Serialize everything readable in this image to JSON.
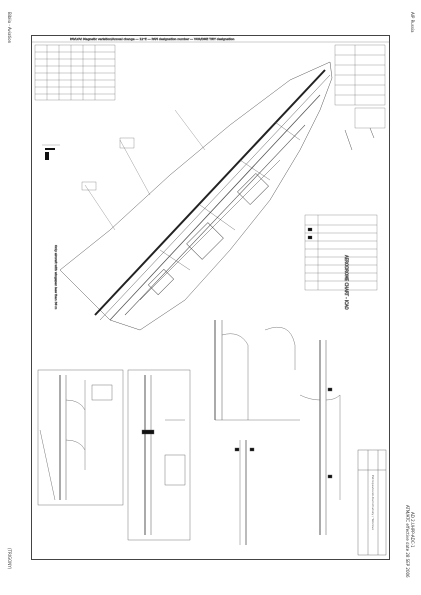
{
  "margin_left": {
    "top_label": "Biblio - Aviation",
    "bottom_label": "(TRIGONY)"
  },
  "margin_right": {
    "top_label": "AIP Russia",
    "bottom_label_1": "AD 2.UHPP-ADC-1",
    "bottom_label_2": "ATM/ATC effective date 28 SEP 2006"
  },
  "chart": {
    "header_text": "PAVLOV: Magnetic variation/Annual change — 12°E — PAPI designation number — VOR/DME TWY designation",
    "title": "AERODROME CHART - ICAO",
    "subtitle": "Petropavlovsk-Kamchatsky / Yelizovo",
    "left_note": "Only aircraft with wingspan less than 36 m",
    "legend_title": "LEGEND",
    "colors": {
      "line": "#555555",
      "fill": "#ffffff",
      "dark": "#111111"
    }
  }
}
